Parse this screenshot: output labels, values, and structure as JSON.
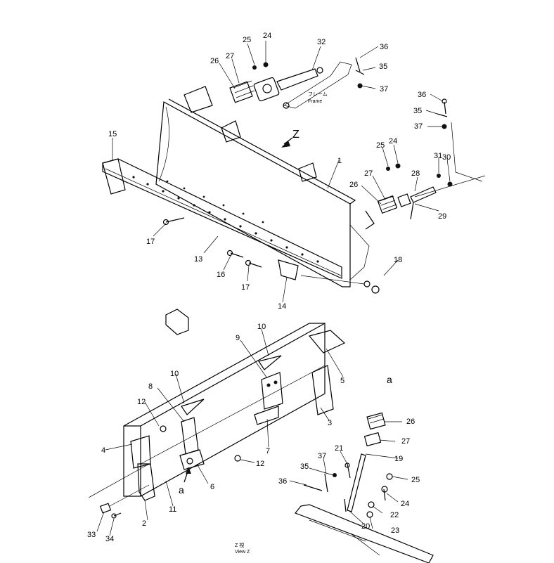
{
  "drawing": {
    "frame_label_jp": "フレーム",
    "frame_label_en": "Frame",
    "view_mark": "Z",
    "view_label_jp": "Z 視",
    "view_label_en": "View Z",
    "detail_mark": "a"
  },
  "callouts": [
    {
      "id": "c24a",
      "text": "24"
    },
    {
      "id": "c25a",
      "text": "25"
    },
    {
      "id": "c32",
      "text": "32"
    },
    {
      "id": "c36a",
      "text": "36"
    },
    {
      "id": "c27a",
      "text": "27"
    },
    {
      "id": "c26a",
      "text": "26"
    },
    {
      "id": "c35a",
      "text": "35"
    },
    {
      "id": "c37a",
      "text": "37"
    },
    {
      "id": "c36b",
      "text": "36"
    },
    {
      "id": "c35b",
      "text": "35"
    },
    {
      "id": "c37b",
      "text": "37"
    },
    {
      "id": "c15",
      "text": "15"
    },
    {
      "id": "c1",
      "text": "1"
    },
    {
      "id": "c25b",
      "text": "25"
    },
    {
      "id": "c24b",
      "text": "24"
    },
    {
      "id": "c31",
      "text": "31"
    },
    {
      "id": "c30",
      "text": "30"
    },
    {
      "id": "c27b",
      "text": "27"
    },
    {
      "id": "c28",
      "text": "28"
    },
    {
      "id": "c26b",
      "text": "26"
    },
    {
      "id": "c29",
      "text": "29"
    },
    {
      "id": "c17a",
      "text": "17"
    },
    {
      "id": "c13",
      "text": "13"
    },
    {
      "id": "c16",
      "text": "16"
    },
    {
      "id": "c17b",
      "text": "17"
    },
    {
      "id": "c18",
      "text": "18"
    },
    {
      "id": "c14",
      "text": "14"
    },
    {
      "id": "c10a",
      "text": "10"
    },
    {
      "id": "c9",
      "text": "9"
    },
    {
      "id": "c5",
      "text": "5"
    },
    {
      "id": "c8",
      "text": "8"
    },
    {
      "id": "c10b",
      "text": "10"
    },
    {
      "id": "c3",
      "text": "3"
    },
    {
      "id": "c12a",
      "text": "12"
    },
    {
      "id": "c26c",
      "text": "26"
    },
    {
      "id": "c27c",
      "text": "27"
    },
    {
      "id": "c4",
      "text": "4"
    },
    {
      "id": "c7",
      "text": "7"
    },
    {
      "id": "c12b",
      "text": "12"
    },
    {
      "id": "c21",
      "text": "21"
    },
    {
      "id": "c19",
      "text": "19"
    },
    {
      "id": "c37c",
      "text": "37"
    },
    {
      "id": "c35c",
      "text": "35"
    },
    {
      "id": "c25c",
      "text": "25"
    },
    {
      "id": "c6",
      "text": "6"
    },
    {
      "id": "c36c",
      "text": "36"
    },
    {
      "id": "c24c",
      "text": "24"
    },
    {
      "id": "c11",
      "text": "11"
    },
    {
      "id": "c22",
      "text": "22"
    },
    {
      "id": "c2",
      "text": "2"
    },
    {
      "id": "c20",
      "text": "20"
    },
    {
      "id": "c23",
      "text": "23"
    },
    {
      "id": "c33",
      "text": "33"
    },
    {
      "id": "c34",
      "text": "34"
    }
  ]
}
